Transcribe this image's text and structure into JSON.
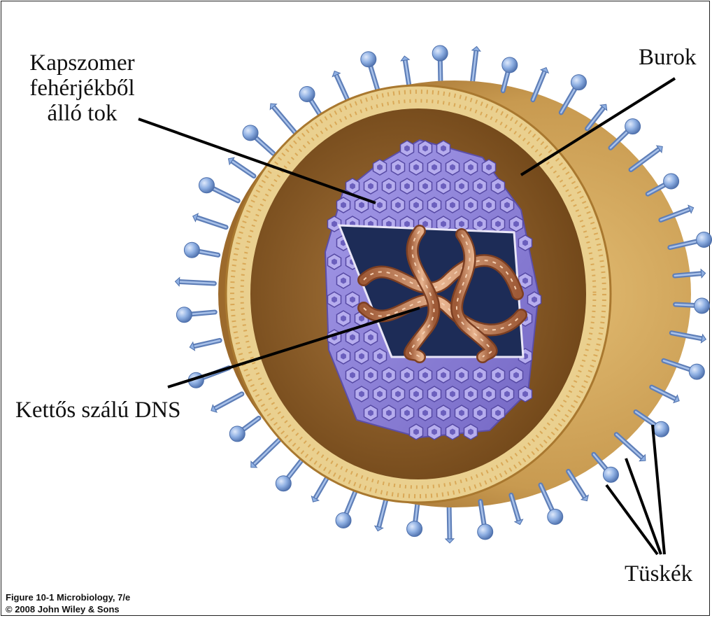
{
  "labels": {
    "capsid_line1": "Kapszomer",
    "capsid_line2": "fehérjékből",
    "capsid_line3": "álló tok",
    "envelope": "Burok",
    "dna": "Kettős szálú DNS",
    "spikes": "Tüskék"
  },
  "credit": {
    "figure": "Figure 10-1  Microbiology, 7/e",
    "copyright": "© 2008 John Wiley & Sons"
  },
  "colors": {
    "envelope_outer": "#c79a4f",
    "envelope_inner": "#8a5a22",
    "membrane": "#f1d89a",
    "capsid": "#8f84d6",
    "capsomer": "#b3aaeb",
    "dna": "#c98a5e",
    "window": "#1d2c57",
    "spike": "#7f9fd1",
    "spike_head": "#9db8e6",
    "leader": "#000000"
  },
  "icons": {
    "spike": "glycoprotein-spike-icon",
    "capsomer": "hexagon-capsomer-icon"
  }
}
